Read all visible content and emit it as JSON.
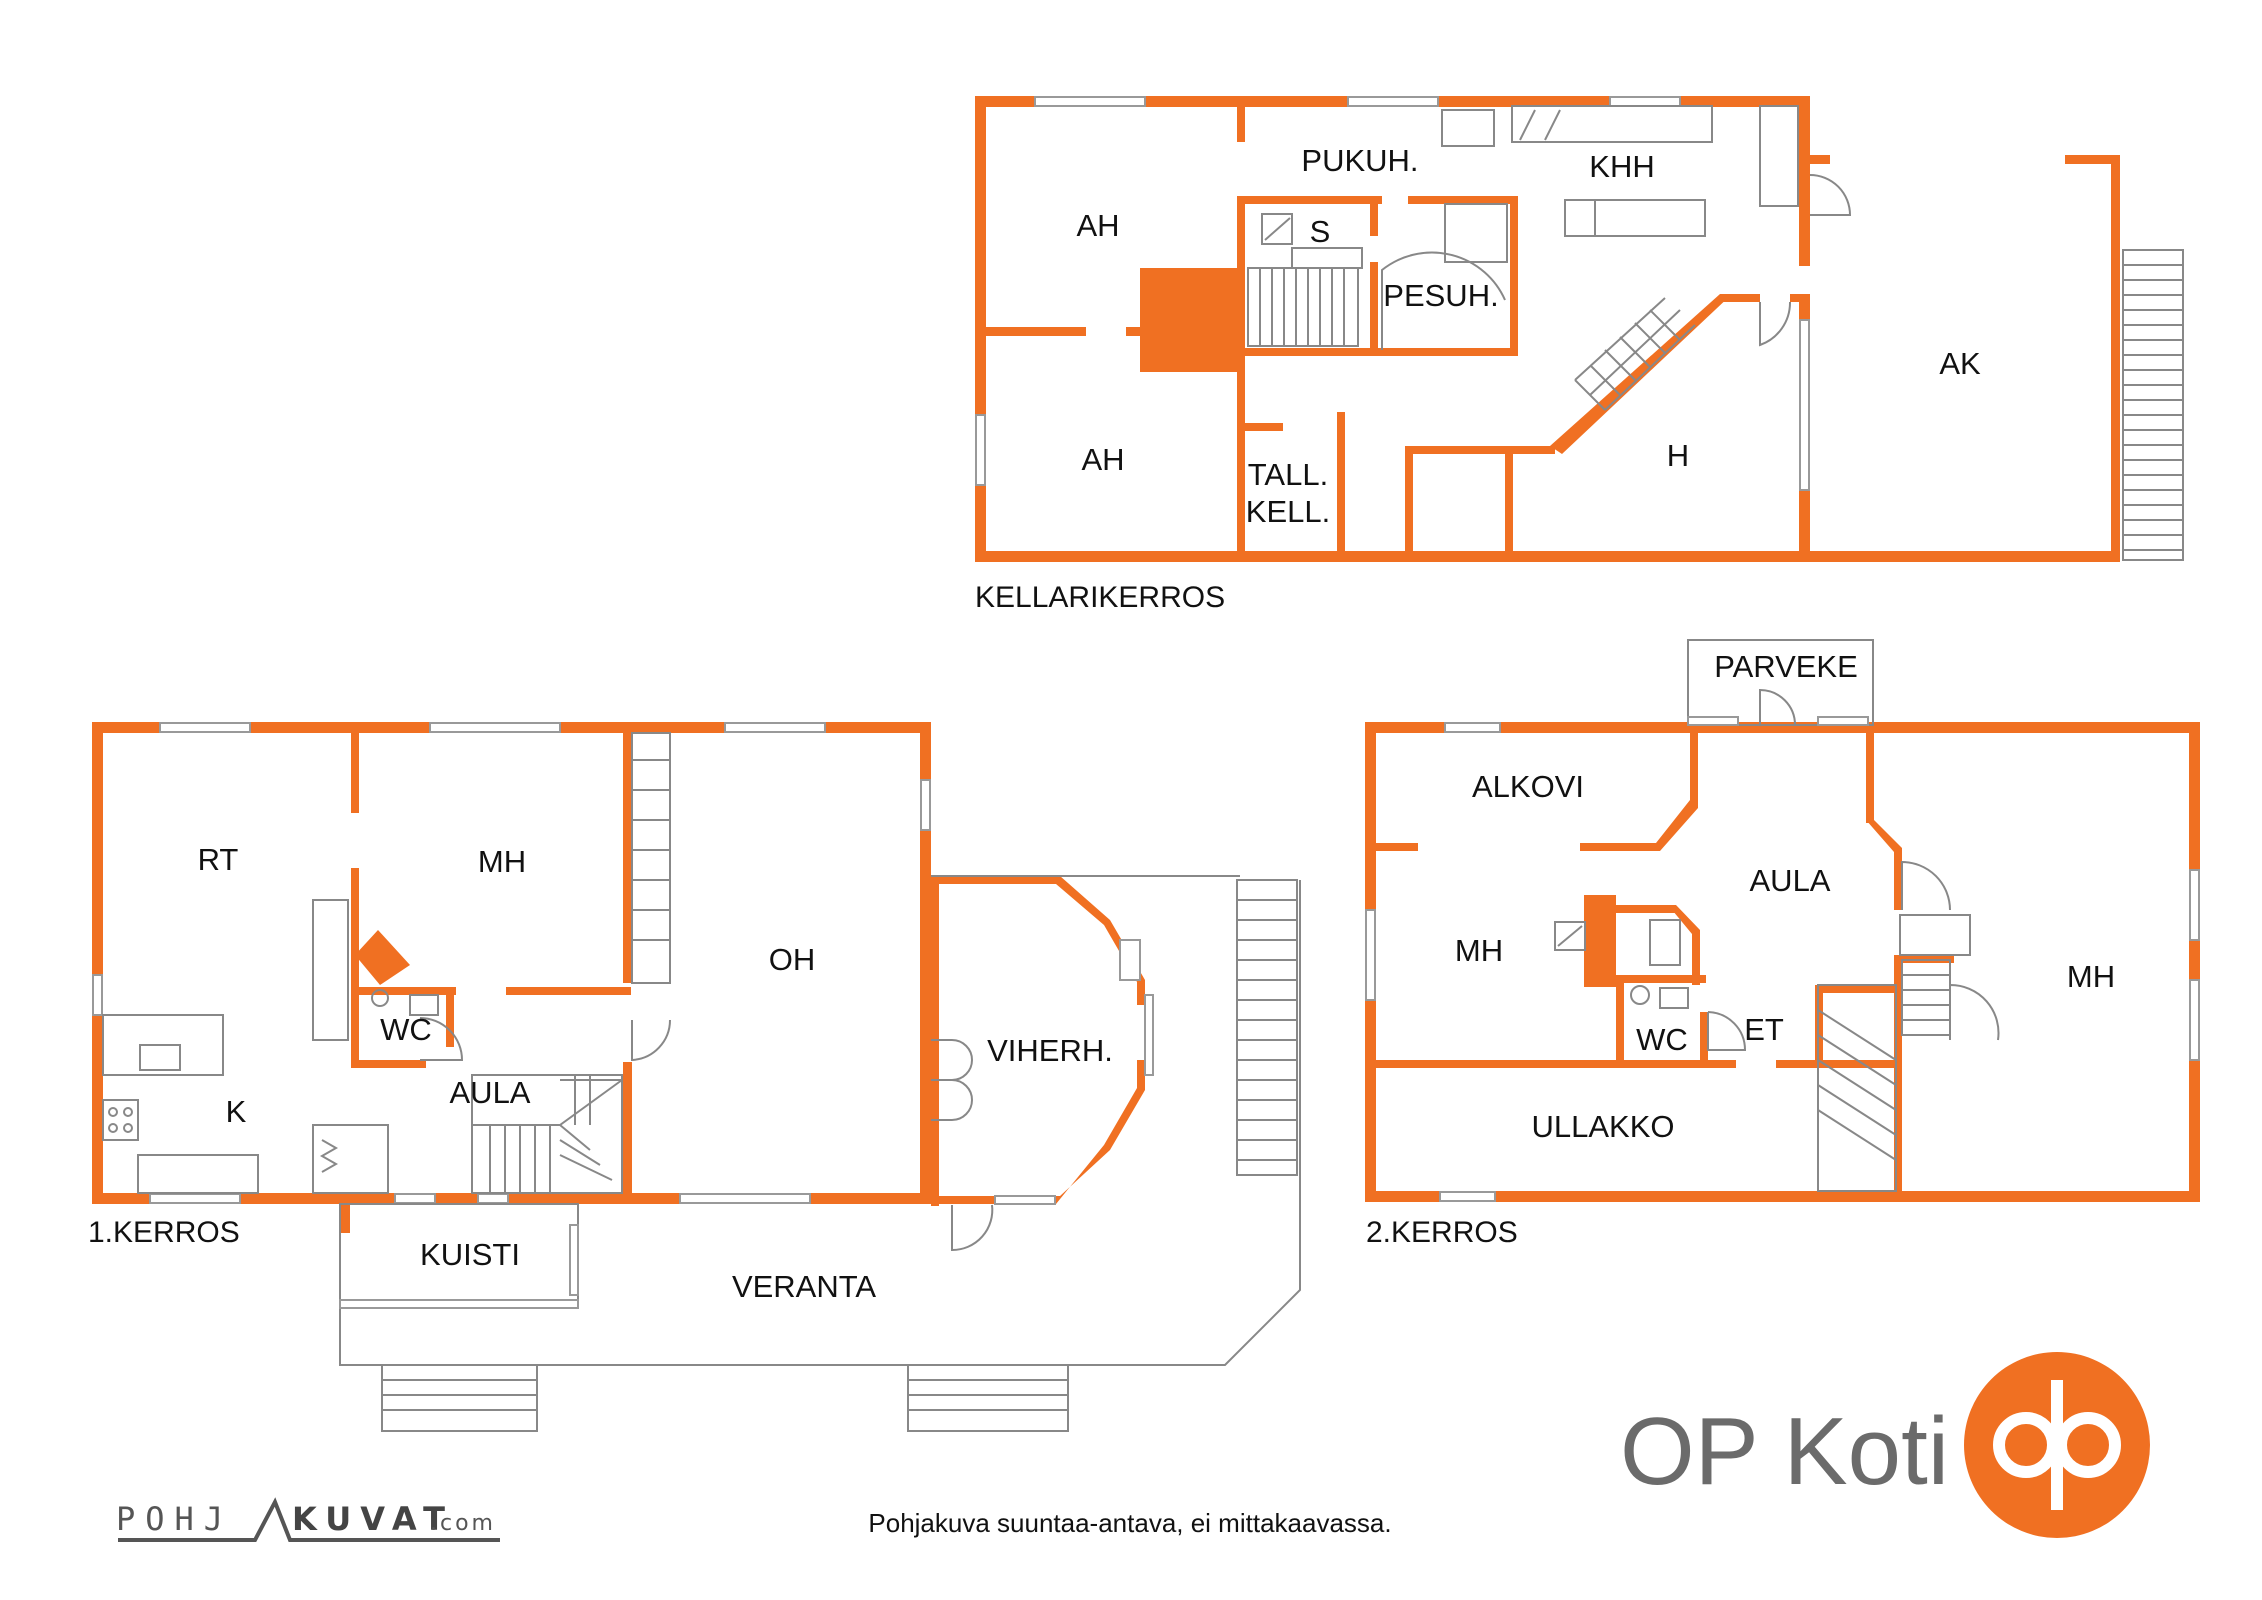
{
  "colors": {
    "wall": "#f07022",
    "text": "#111111",
    "logo_text": "#6b6b6b",
    "logo_mark": "#f07022"
  },
  "basement": {
    "floor_label": "KELLARIKERROS",
    "rooms": {
      "ah_top": "AH",
      "ah_bottom": "AH",
      "pukuh": "PUKUH.",
      "khh": "KHH",
      "s": "S",
      "pesuh": "PESUH.",
      "ak": "AK",
      "tall": "TALL.",
      "kell": "KELL.",
      "h": "H"
    }
  },
  "first": {
    "floor_label": "1.KERROS",
    "rooms": {
      "rt": "RT",
      "mh": "MH",
      "oh": "OH",
      "wc": "WC",
      "aula": "AULA",
      "k": "K",
      "viherh": "VIHERH.",
      "kuisti": "KUISTI",
      "veranta": "VERANTA"
    }
  },
  "second": {
    "floor_label": "2.KERROS",
    "rooms": {
      "parveke": "PARVEKE",
      "alkovi": "ALKOVI",
      "aula": "AULA",
      "mh_left": "MH",
      "mh_right": "MH",
      "wc": "WC",
      "et": "ET",
      "ullakko": "ULLAKKO"
    }
  },
  "brand": {
    "name": "OP Koti",
    "logo_icon": "op-logo-icon"
  },
  "credit": {
    "pohj": "POHJ",
    "kuvat": "KUVAT",
    "com": ".com"
  },
  "disclaimer": "Pohjakuva suuntaa-antava, ei mittakaavassa."
}
